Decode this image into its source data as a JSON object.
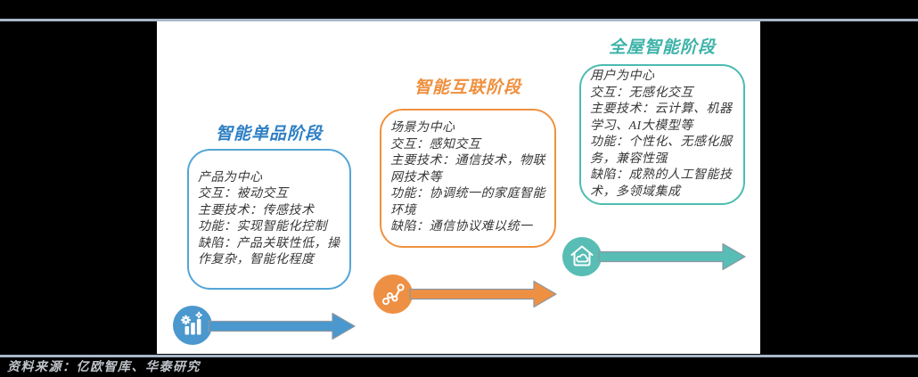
{
  "figure": {
    "source_note": "资料来源：亿欧智库、华泰研究",
    "divider_color": "#a9b6c9",
    "panel_background": "#ffffff",
    "page_background": "#000000"
  },
  "stages": [
    {
      "title": "智能单品阶段",
      "body": "产品为中心\n交互：被动交互\n主要技术：传感技术\n功能：实现智能化控制\n缺陷：产品关联性低，操作复杂，智能化程度",
      "accent": "#4a98cd",
      "border": "#54a5d6",
      "title_color": "#2e7fc4",
      "icon": "gear-bar-chart-icon"
    },
    {
      "title": "智能互联阶段",
      "body": "场景为中心\n交互：感知交互\n主要技术：通信技术，物联网技术等\n功能：协调统一的家庭智能环境\n缺陷：通信协议难以统一",
      "accent": "#ee9043",
      "border": "#f0913e",
      "title_color": "#ef8f3d",
      "icon": "network-nodes-icon"
    },
    {
      "title": "全屋智能阶段",
      "body": "用户为中心\n交互：无感化交互\n主要技术：云计算、机器学习、AI大模型等\n功能：个性化、无感化服务，兼容性强\n缺陷：成熟的人工智能技术，多领域集成",
      "accent": "#58bdb4",
      "border": "#4cbcb1",
      "title_color": "#3db3a9",
      "icon": "smart-home-icon"
    }
  ]
}
